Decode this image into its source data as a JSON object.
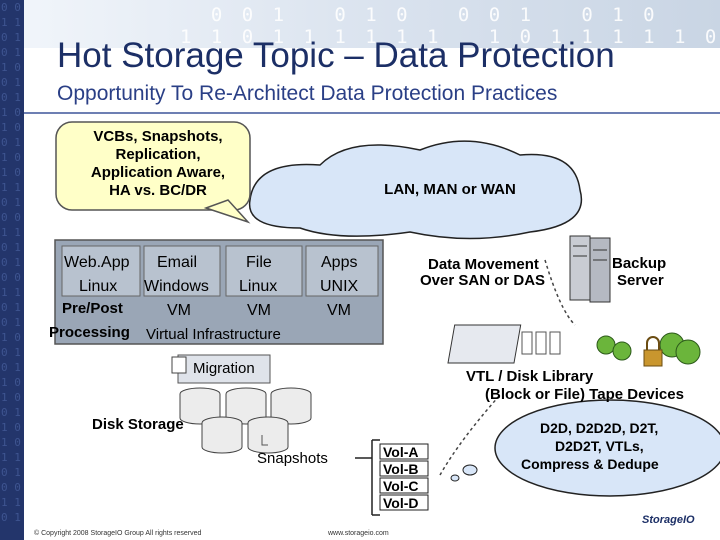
{
  "slide": {
    "title": "Hot Storage Topic – Data Protection",
    "subtitle": "Opportunity To Re-Architect Data Protection Practices"
  },
  "colors": {
    "band": "#23356b",
    "title": "#1c2f66",
    "cloud": "#d8e6f8",
    "server_panel": "#9aa6b6",
    "callout": "#ffffc8"
  },
  "callout": {
    "lines": [
      "VCBs, Snapshots,",
      "Replication,",
      "Application Aware,",
      "HA vs. BC/DR"
    ]
  },
  "network": {
    "label": "LAN, MAN or WAN"
  },
  "virtual_infra": {
    "row1": [
      "Web.App",
      "Email",
      "File",
      "Apps"
    ],
    "row2": [
      "Linux",
      "Windows",
      "Linux",
      "UNIX"
    ],
    "pre_post": "Pre/Post",
    "vm1": "VM",
    "vm2": "VM",
    "vm3": "VM",
    "processing": "Processing",
    "infra_label": "Virtual Infrastructure"
  },
  "migration": {
    "label": "Migration"
  },
  "data_movement": {
    "line1": "Data Movement",
    "line2": "Over SAN or DAS"
  },
  "backup_server": {
    "line1": "Backup",
    "line2": "Server"
  },
  "vtl": {
    "line1": "VTL / Disk Library",
    "line2": "(Block or File) Tape Devices"
  },
  "disk_storage": {
    "label": "Disk Storage"
  },
  "snapshots": {
    "label": "Snapshots"
  },
  "volumes": [
    "Vol-A",
    "Vol-B",
    "Vol-C",
    "Vol-D"
  ],
  "d2d": {
    "line1": "D2D, D2D2D, D2T,",
    "line2": "D2D2T, VTLs,",
    "line3": "Compress & Dedupe"
  },
  "footer": {
    "copyright": "© Copyright 2008 StorageIO Group All rights reserved",
    "website": "www.storageio.com",
    "logo": "StorageIO"
  },
  "icons": [
    "binary-background",
    "server-tower-icon",
    "tape-cartridge-icon",
    "padlock-icon",
    "disk-drive-icon",
    "cloud-icon"
  ]
}
